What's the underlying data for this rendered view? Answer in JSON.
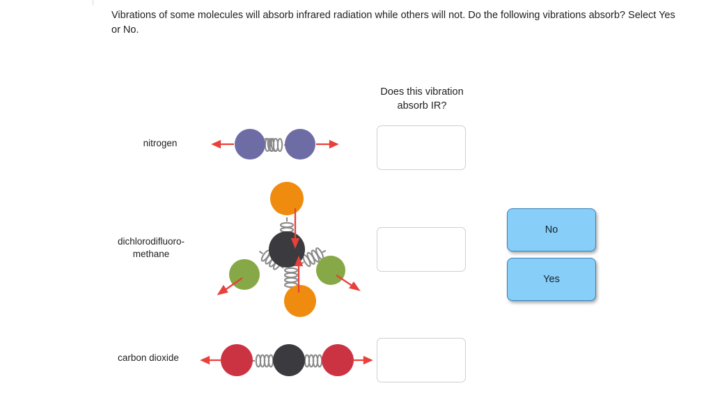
{
  "prompt": {
    "text": "Vibrations of some molecules will absorb infrared radiation while others will not. Do the following vibrations absorb? Select Yes or No."
  },
  "column_header": {
    "line1": "Does this vibration",
    "line2": "absorb IR?"
  },
  "rows": [
    {
      "id": "nitrogen",
      "label": "nitrogen",
      "label_line1": "nitrogen",
      "label_line2": "",
      "answer_value": "",
      "molecule": {
        "type": "diatomic-linear",
        "atoms": [
          {
            "name": "nitrogen-atom-left",
            "color": "#6e6ca5",
            "r": 22
          },
          {
            "name": "nitrogen-atom-right",
            "color": "#6e6ca5",
            "r": 22
          }
        ],
        "arrows": [
          "left-outward",
          "right-outward"
        ],
        "springs": 1
      }
    },
    {
      "id": "dichlorodifluoromethane",
      "label": "dichlorodifluoro-methane",
      "label_line1": "dichlorodifluoro-",
      "label_line2": "methane",
      "answer_value": "",
      "molecule": {
        "type": "tetrahedral",
        "atoms": [
          {
            "name": "fluorine-atom-top",
            "color": "#ef8c10",
            "r": 24
          },
          {
            "name": "carbon-atom-center",
            "color": "#3b3b3f",
            "r": 26
          },
          {
            "name": "chlorine-atom-left",
            "color": "#86a846",
            "r": 22
          },
          {
            "name": "chlorine-atom-right",
            "color": "#86a846",
            "r": 21
          },
          {
            "name": "fluorine-atom-bottom",
            "color": "#ef8c10",
            "r": 23
          }
        ],
        "arrows": [
          "top-inward-down",
          "bottom-inward-up",
          "left-outward-down",
          "right-outward-down"
        ],
        "springs": 4
      }
    },
    {
      "id": "carbon-dioxide",
      "label": "carbon dioxide",
      "label_line1": "carbon dioxide",
      "label_line2": "",
      "answer_value": "",
      "molecule": {
        "type": "triatomic-linear",
        "atoms": [
          {
            "name": "oxygen-atom-left",
            "color": "#cc3342",
            "r": 23
          },
          {
            "name": "carbon-atom-center",
            "color": "#3b3b3f",
            "r": 23
          },
          {
            "name": "oxygen-atom-right",
            "color": "#cc3342",
            "r": 23
          }
        ],
        "arrows": [
          "left-outward",
          "right-outward"
        ],
        "springs": 2
      }
    }
  ],
  "answer_tiles": [
    {
      "id": "no",
      "label": "No"
    },
    {
      "id": "yes",
      "label": "Yes"
    }
  ],
  "colors": {
    "arrow_red": "#e8403a",
    "spring_gray": "#8a8a8a",
    "tile_fill": "#87cef8",
    "tile_border": "#3a7fb8",
    "dropbox_border": "#cfcfcf",
    "nitrogen": "#6e6ca5",
    "fluorine": "#ef8c10",
    "chlorine": "#86a846",
    "carbon": "#3b3b3f",
    "oxygen": "#cc3342"
  }
}
